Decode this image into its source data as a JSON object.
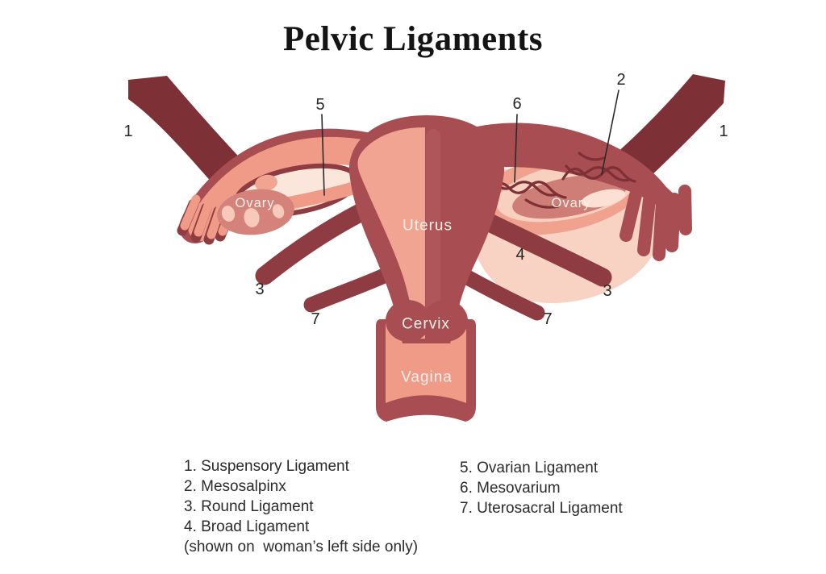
{
  "title": "Pelvic Ligaments",
  "colors": {
    "background": "#ffffff",
    "dark_maroon": "#7d3036",
    "mid_maroon": "#8e3c42",
    "rose": "#a84d52",
    "salmon": "#f09b87",
    "inner_salmon": "#f2a492",
    "ovary_rose": "#d5827a",
    "ovary_rose_right": "#ce7e76",
    "pale_pink": "#fbe6db",
    "broad_pink": "#f8d2c3",
    "spot_pink": "#f6c9ba",
    "label_white": "#faf1eb",
    "text_dark": "#262626"
  },
  "anatomy": {
    "uterus": "Uterus",
    "cervix": "Cervix",
    "vagina": "Vagina",
    "ovary_left": "Ovary",
    "ovary_right": "Ovary"
  },
  "numbers": {
    "one_left": "1",
    "one_right": "1",
    "two": "2",
    "three_left": "3",
    "three_right": "3",
    "four": "4",
    "five": "5",
    "six": "6",
    "seven_left": "7",
    "seven_right": "7"
  },
  "legend": {
    "left": [
      "1. Suspensory Ligament",
      "2. Mesosalpinx",
      "3. Round Ligament",
      "4. Broad Ligament",
      "(shown on  woman’s left side only)"
    ],
    "right": [
      "5. Ovarian Ligament",
      "6. Mesovarium",
      "7. Uterosacral Ligament"
    ]
  }
}
